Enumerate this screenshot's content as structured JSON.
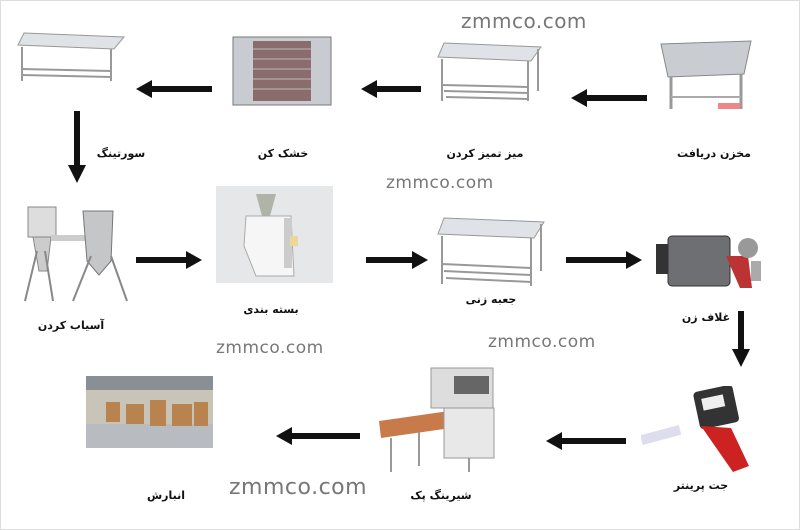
{
  "watermark": "zmmco.com",
  "steps": [
    {
      "label": "مخزن دریافت",
      "icon": "sink-tank-icon"
    },
    {
      "label": "میز تمیز کردن",
      "icon": "steel-table-icon"
    },
    {
      "label": "خشک کن",
      "icon": "dryer-cabinet-icon"
    },
    {
      "label": "سورتینگ",
      "icon": "steel-table-icon"
    },
    {
      "label": "آسیاب کردن",
      "icon": "mill-machine-icon"
    },
    {
      "label": "بسته بندی",
      "icon": "packing-machine-icon"
    },
    {
      "label": "جعبه زنی",
      "icon": "steel-table-icon"
    },
    {
      "label": "غلاف زن",
      "icon": "wrapping-machine-icon"
    },
    {
      "label": "جت پرینتر",
      "icon": "jet-printer-icon"
    },
    {
      "label": "شیرینگ پک",
      "icon": "shrink-pack-machine-icon"
    },
    {
      "label": "انبارش",
      "icon": "warehouse-icon"
    }
  ]
}
